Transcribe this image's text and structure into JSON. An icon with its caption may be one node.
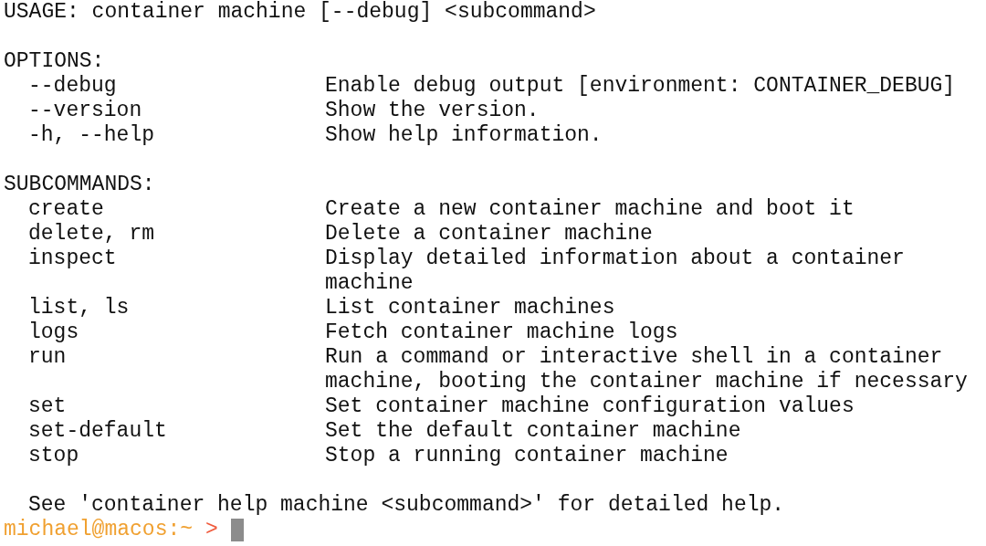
{
  "diagram": {
    "labels": [
      "USAGE: container machine [--debug] <subcommand>",
      "OPTIONS:",
      "--debug",
      "Enable debug output [environment: CONTAINER_DEBUG]",
      "--version",
      "Show the version.",
      "-h, --help",
      "Show help information.",
      "SUBCOMMANDS:",
      "create",
      "Create a new container machine and boot it",
      "delete, rm",
      "Delete a container machine",
      "inspect",
      "Display detailed information about a container machine",
      "list, ls",
      "List container machines",
      "logs",
      "Fetch container machine logs",
      "run",
      "Run a command or interactive shell in a container machine, booting the container machine if necessary",
      "set",
      "Set container machine configuration values",
      "set-default",
      "Set the default container machine",
      "stop",
      "Stop a running container machine",
      "See 'container help machine <subcommand>' for detailed help.",
      "michael@macos:~",
      ">"
    ]
  }
}
